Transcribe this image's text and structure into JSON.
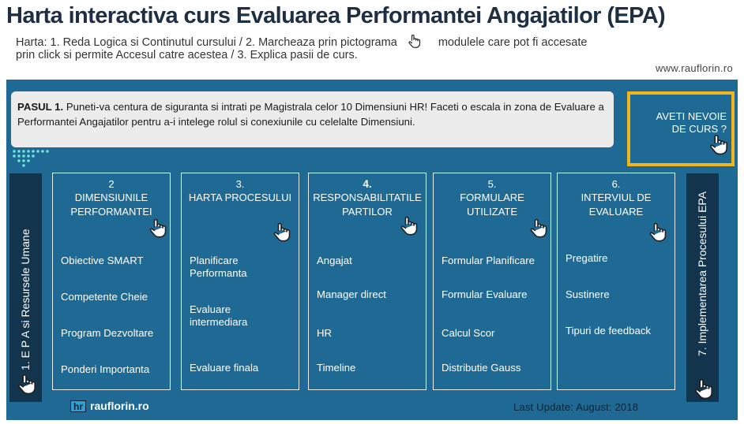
{
  "header": {
    "title": "Harta interactiva curs Evaluarea Performantei Angajatilor (EPA)",
    "subtitle_line1_a": "Harta: 1. Reda Logica si Continutul cursului /  2. Marcheaza prin pictograma",
    "subtitle_line1_b": "modulele care pot fi accesate",
    "subtitle_line2": "prin click si permite Accesul catre acestea / 3. Explica pasii de curs.",
    "url": "www.rauflorin.ro"
  },
  "step": {
    "label": "PASUL 1.",
    "text": "Puneti-va centura de siguranta si intrati pe Magistrala celor 10 Dimensiuni HR! Faceti o escala in  zona de Evaluare a Performantei Angajatilor pentru a-i intelege rolul si conexiunile cu celelalte Dimensiuni."
  },
  "need_course": {
    "line1": "AVETI NEVOIE",
    "line2": "DE CURS ?"
  },
  "left_side": {
    "label": "1. E P A si Resursele Umane"
  },
  "right_side": {
    "label": "7. Implementarea Procesului EPA"
  },
  "columns": [
    {
      "num": "2",
      "title": "DIMENSIUNILE\nPERFORMANTEI",
      "items": [
        "Obiective SMART",
        "Competente Cheie",
        "Program Dezvoltare",
        "Ponderi Importanta"
      ]
    },
    {
      "num": "3.",
      "title": "HARTA PROCESULUI",
      "items": [
        "Planificare\nPerformanta",
        "Evaluare\nintermediara",
        "Evaluare  finala"
      ]
    },
    {
      "num": "4.",
      "title": "RESPONSABILITATILE\nPARTILOR",
      "items": [
        "Angajat",
        "Manager direct",
        "HR",
        "Timeline"
      ]
    },
    {
      "num": "5.",
      "title": "FORMULARE\nUTILIZATE",
      "items": [
        "Formular Planificare",
        "Formular Evaluare",
        "Calcul Scor",
        "Distributie  Gauss"
      ]
    },
    {
      "num": "6.",
      "title": "INTERVIUL DE\nEVALUARE",
      "items": [
        "Pregatire",
        "Sustinere",
        "Tipuri de feedback"
      ]
    }
  ],
  "footer": {
    "logo_badge": "hr",
    "logo_text": "rauflorin.ro",
    "last_update": "Last Update: August: 2018"
  },
  "colors": {
    "panel_blue": "#1e6a94",
    "side_dark": "#12344d",
    "accent_yellow": "#f3b51c",
    "title_dark": "#1e2f44"
  },
  "icons": [
    "hand-pointer-icon"
  ]
}
